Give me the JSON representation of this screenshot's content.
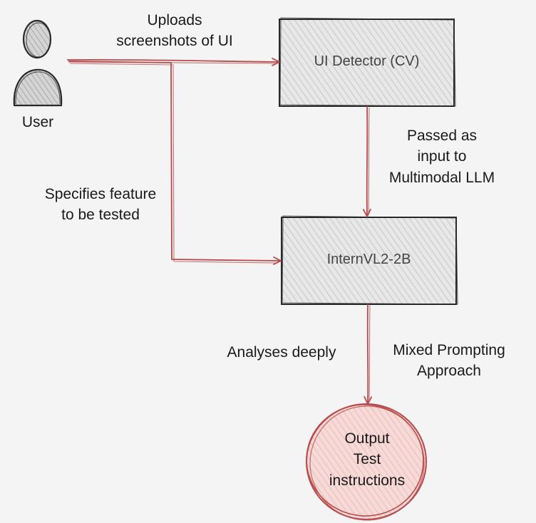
{
  "colors": {
    "background": "#f4f4f4",
    "edge": "#b84b4b",
    "box_fill": "#e8e8e8",
    "box_stroke": "#2a2a2a",
    "hatch": "#c9c9c9",
    "output_fill": "#f3cfcd",
    "output_stroke": "#b84b4b",
    "user_icon_stroke": "#2a2a2a"
  },
  "nodes": {
    "user": {
      "icon": "person-icon",
      "label": "User"
    },
    "ui_detector": {
      "label": "UI Detector (CV)"
    },
    "internvl": {
      "label": "InternVL2-2B"
    },
    "output": {
      "lines": [
        "Output",
        "Test",
        "instructions"
      ]
    }
  },
  "edges": {
    "uploads": {
      "lines": [
        "Uploads",
        "screenshots of UI"
      ]
    },
    "specifies": {
      "lines": [
        "Specifies feature",
        "to be tested"
      ]
    },
    "passed": {
      "lines": [
        "Passed as",
        "input to",
        "Multimodal LLM"
      ]
    },
    "analyses": {
      "lines": [
        "Analyses deeply"
      ]
    },
    "mixed": {
      "lines": [
        "Mixed Prompting",
        "Approach"
      ]
    }
  }
}
